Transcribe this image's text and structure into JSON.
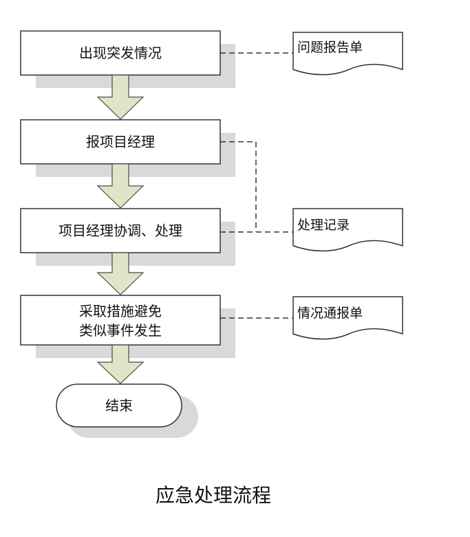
{
  "steps": [
    {
      "lines": [
        "出现突发情况"
      ]
    },
    {
      "lines": [
        "报项目经理"
      ]
    },
    {
      "lines": [
        "项目经理协调、处理"
      ]
    },
    {
      "lines": [
        "采取措施避免",
        "类似事件发生"
      ]
    }
  ],
  "terminal": "结束",
  "documents": [
    {
      "label": "问题报告单"
    },
    {
      "label": "处理记录"
    },
    {
      "label": "情况通报单"
    }
  ],
  "caption": "应急处理流程",
  "colors": {
    "shadow": "#d9d9d9",
    "arrow_fill": "#dfe6c8",
    "arrow_stroke": "#4a4a4a",
    "box_stroke": "#333333"
  }
}
